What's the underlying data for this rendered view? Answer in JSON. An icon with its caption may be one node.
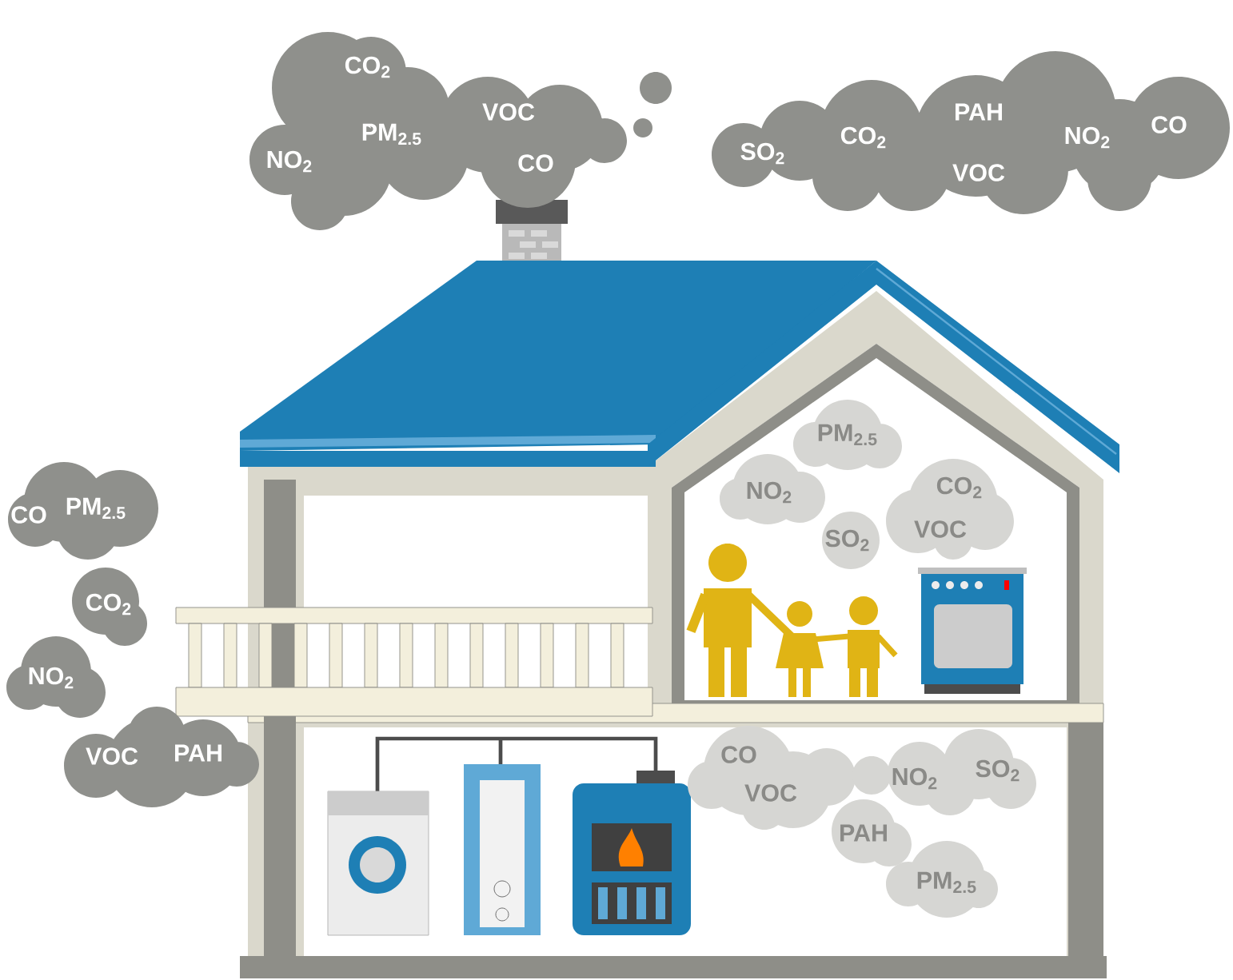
{
  "diagram": {
    "nodes": [
      {
        "text": [
          "CO$_{2}$",
          "VOC",
          "NO$_{2}$",
          "PM$_{2.5}$",
          "CO"
        ]
      },
      {
        "text": [
          "PAH",
          "SO$_{2}$",
          "CO$_{2}$",
          "NO$_{2}$",
          "CO",
          "VOC"
        ]
      },
      {
        "text": [
          "CO",
          "PM$_{2.5}$"
        ]
      },
      {
        "text": [
          "CO$_{2}$"
        ]
      },
      {
        "text": [
          "NO$_{2}$"
        ]
      },
      {
        "text": [
          "VOC",
          "PAH"
        ]
      },
      {
        "text": [
          "PM$_{2.5}$"
        ]
      },
      {
        "text": [
          "NO$_{2}$"
        ]
      },
      {
        "text": [
          "SO$_{2}$"
        ]
      },
      {
        "text": [
          "CO$_{2}$",
          "VOC"
        ]
      },
      {
        "text": [
          "CO",
          "VOC"
        ]
      },
      {
        "text": [
          "NO$_{2}$",
          "SO$_{2}$"
        ]
      },
      {
        "text": [
          "PAH"
        ]
      },
      {
        "text": [
          "PM$_{2.5}$"
        ]
      }
    ]
  }
}
